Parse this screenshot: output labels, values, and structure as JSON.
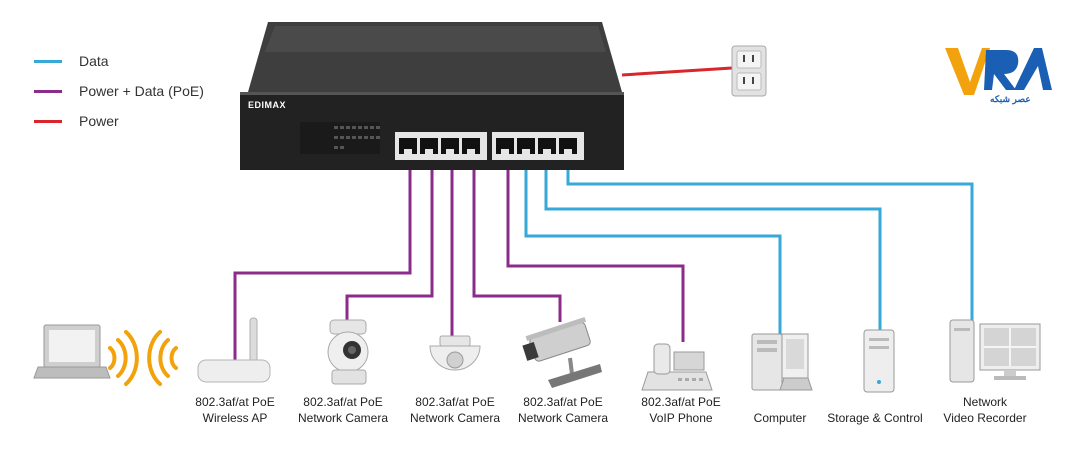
{
  "legend": [
    {
      "label": "Data",
      "color": "#36a9d6"
    },
    {
      "label": "Power + Data (PoE)",
      "color": "#8b2c8b"
    },
    {
      "label": "Power",
      "color": "#d8262b"
    }
  ],
  "switch": {
    "brand": "EDIMAX"
  },
  "devices": [
    {
      "line1": "",
      "line2": "",
      "icon": "laptop-icon"
    },
    {
      "line1": "802.3af/at PoE",
      "line2": "Wireless AP",
      "icon": "access-point-icon",
      "link": "poe"
    },
    {
      "line1": "802.3af/at PoE",
      "line2": "Network Camera",
      "icon": "pt-camera-icon",
      "link": "poe"
    },
    {
      "line1": "802.3af/at PoE",
      "line2": "Network Camera",
      "icon": "dome-camera-icon",
      "link": "poe"
    },
    {
      "line1": "802.3af/at PoE",
      "line2": "Network Camera",
      "icon": "bullet-camera-icon",
      "link": "poe"
    },
    {
      "line1": "802.3af/at PoE",
      "line2": "VoIP Phone",
      "icon": "voip-phone-icon",
      "link": "poe"
    },
    {
      "line1": "",
      "line2": "Computer",
      "icon": "computer-icon",
      "link": "data"
    },
    {
      "line1": "",
      "line2": "Storage & Control",
      "icon": "storage-icon",
      "link": "data"
    },
    {
      "line1": "Network",
      "line2": "Video Recorder",
      "icon": "nvr-icon",
      "link": "data"
    }
  ],
  "logo": {
    "letters": "VRA",
    "caption": "عصر شبکه"
  },
  "colors": {
    "data": "#36a9d6",
    "poe": "#8b2c8b",
    "power": "#d8262b"
  }
}
